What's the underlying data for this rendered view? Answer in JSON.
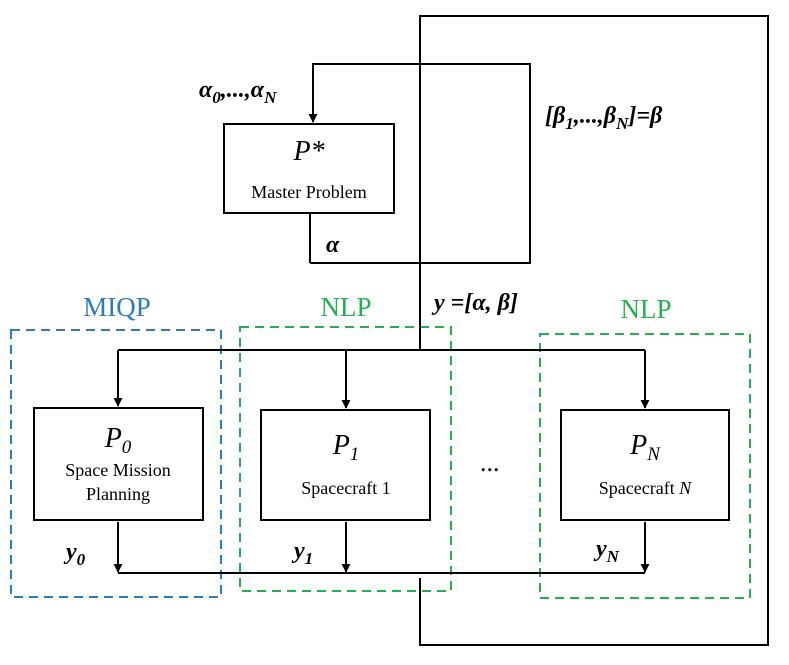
{
  "colors": {
    "miqp": "#2b7bbf",
    "nlp": "#23b04e",
    "line": "#000000"
  },
  "master": {
    "symbol_base": "P",
    "symbol_mark": "*",
    "label": "Master Problem"
  },
  "labels": {
    "alpha_inputs_a0": "α",
    "alpha_inputs_sub0": "0",
    "alpha_inputs_mid": ",...,",
    "alpha_inputs_aN": "α",
    "alpha_inputs_subN": "N",
    "beta_open": "[",
    "beta_b1": "β",
    "beta_sub1": "1",
    "beta_mid": ",...,",
    "beta_bN": "β",
    "beta_subN": "N",
    "beta_close": "]=",
    "beta_result": "β",
    "alpha_out": "α",
    "y_vector": "y =[α, β]",
    "ellipsis": "..."
  },
  "groups": {
    "miqp": "MIQP",
    "nlp_1": "NLP",
    "nlp_n": "NLP"
  },
  "subproblems": [
    {
      "symbol": "P",
      "sub": "0",
      "line1": "Space Mission",
      "line2": "Planning",
      "out": "y",
      "out_sub": "0"
    },
    {
      "symbol": "P",
      "sub": "1",
      "line1": "Spacecraft 1",
      "out": "y",
      "out_sub": "1"
    },
    {
      "symbol": "P",
      "sub": "N",
      "line1_prefix": "Spacecraft ",
      "line1_var": "N",
      "out": "y",
      "out_sub": "N"
    }
  ]
}
